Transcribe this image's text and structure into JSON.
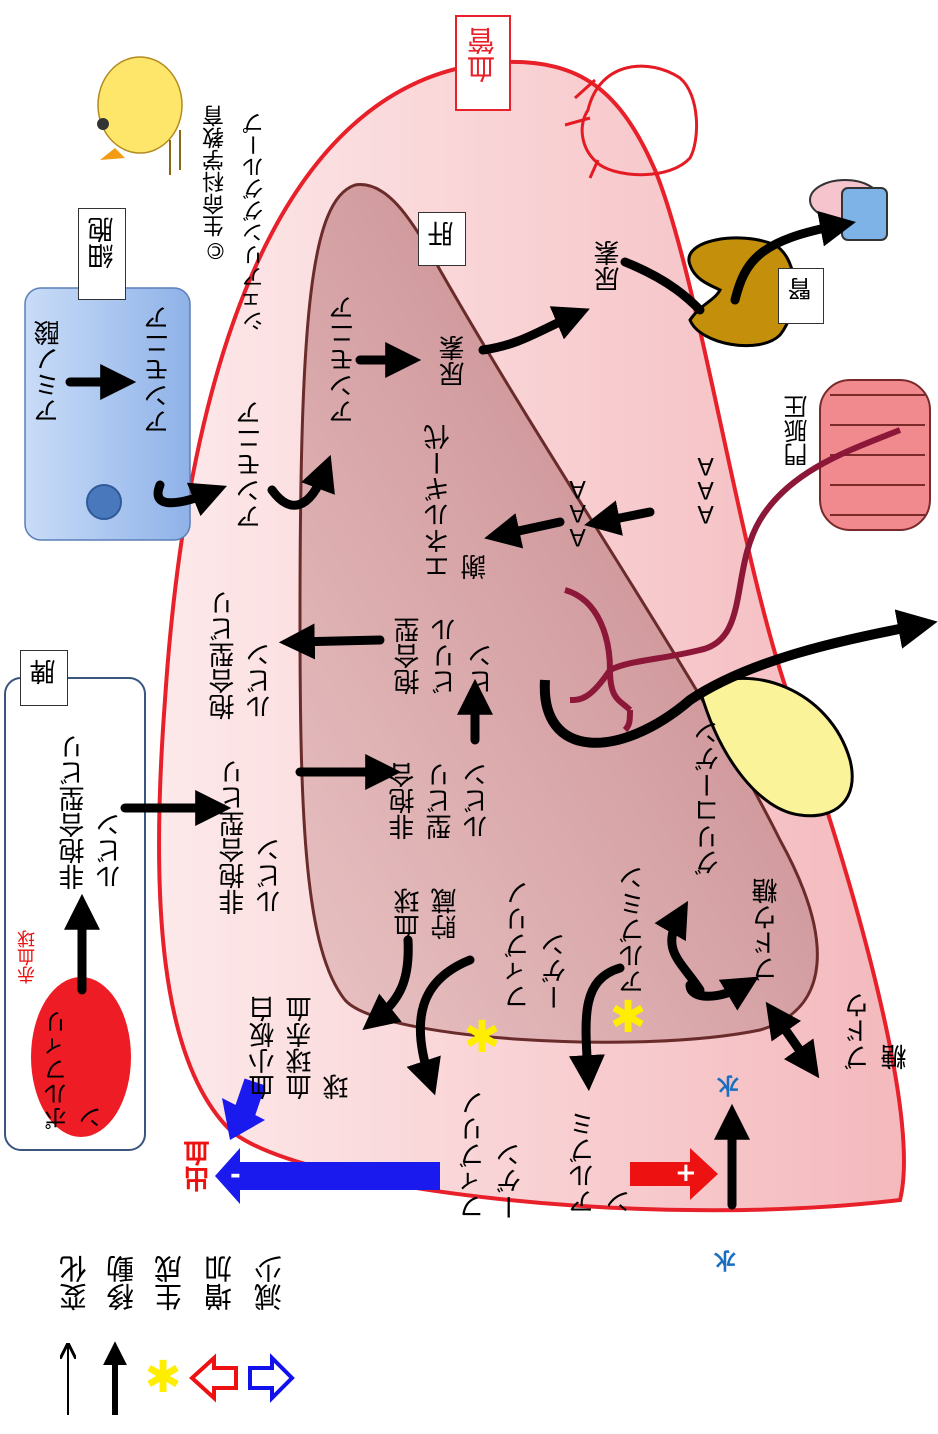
{
  "copyright": "©生命科学教育",
  "copyright_group": "シェアリンググループ",
  "labels": {
    "vessel": "血管",
    "liver": "肝",
    "cell": "細胞",
    "spleen": "脾",
    "kidney": "腎",
    "red_blood_cell": "赤血球",
    "portal_pressure": "門脈圧",
    "bleeding": "出血"
  },
  "cell_box": {
    "amino_acid": "アミノ酸",
    "ammonia": "アンモニア"
  },
  "spleen_box": {
    "porphyrin": "ポルフィリン",
    "unconj_bilirubin": "非抱合型ビリルビン"
  },
  "blood": {
    "ammonia": "アンモニア",
    "conj_bilirubin": "抱合型ビリルビン",
    "unconj_bilirubin": "非抱合型ビリルビン",
    "cells": "血小板白血球赤血球",
    "fibrinogen": "フィブリノーゲン",
    "albumin": "アルブミン",
    "water": "水",
    "glucose": "ブドウ糖",
    "aaa": "ＡＡＡ",
    "urea": "尿素",
    "water_outside": "水"
  },
  "liver_items": {
    "ammonia": "アンモニア",
    "urea": "尿素",
    "energy_metabolism": "エネルギー代謝",
    "aaa": "ＡＡＡ",
    "conj_bilirubin": "抱合型ビリルビン",
    "unconj_bilirubin": "非抱合型ビリルビン",
    "blood_storage": "血球貯蔵",
    "fibrinogen": "フィブリノーゲン",
    "albumin": "アルブミン",
    "glycogen": "グリコーゲン",
    "glucose": "ブドウ糖"
  },
  "signs": {
    "plus": "+",
    "minus": "-"
  },
  "legend": [
    {
      "symbol": "thin-arrow",
      "label": "変化"
    },
    {
      "symbol": "black-arrow",
      "label": "移動"
    },
    {
      "symbol": "asterisk",
      "label": "生成"
    },
    {
      "symbol": "red-hollow-arrow",
      "label": "増加"
    },
    {
      "symbol": "blue-hollow-arrow",
      "label": "減少"
    }
  ],
  "colors": {
    "vessel_border": "#e8202a",
    "vessel_fill": "#f7c6c9",
    "liver_fill": "#c98a8e",
    "liver_border": "#6a2b2b",
    "cell_fill": "#a7c3ee",
    "portal_vein": "#8c1738",
    "increase": "#ee1111",
    "decrease": "#1111ee",
    "generation": "#ffee00",
    "kidney": "#c4900c",
    "gallbladder": "#fbf39a"
  }
}
